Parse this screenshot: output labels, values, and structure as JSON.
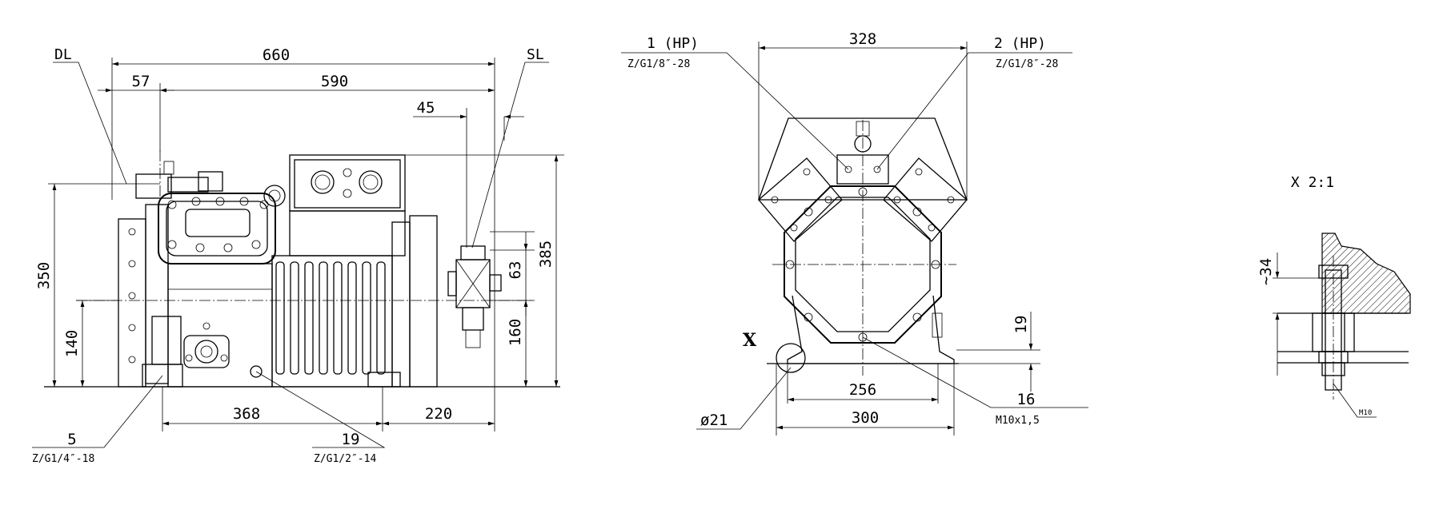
{
  "side_view": {
    "dims": {
      "overall_length": "660",
      "length_590": "590",
      "offset_57": "57",
      "offset_45": "45",
      "height_350": "350",
      "height_140": "140",
      "height_385": "385",
      "height_63": "63",
      "height_160": "160",
      "foot_368": "368",
      "foot_220": "220"
    },
    "labels": {
      "dl": "DL",
      "sl": "SL",
      "port_5": "5",
      "port_5_spec": "Z/G1/4″-18",
      "port_19": "19",
      "port_19_spec": "Z/G1/2″-14"
    }
  },
  "front_view": {
    "dims": {
      "width_328": "328",
      "width_256": "256",
      "width_300": "300",
      "hole_dia": "ø21",
      "foot_19": "19"
    },
    "labels": {
      "hp1": "1 (HP)",
      "hp1_spec": "Z/G1/8″-28",
      "hp2": "2 (HP)",
      "hp2_spec": "Z/G1/8″-28",
      "x_mark": "X",
      "bolt_16": "16",
      "bolt_16_spec": "M10x1,5"
    }
  },
  "detail_view": {
    "title": "X 2:1",
    "dim_34": "~34",
    "bolt": "M10"
  }
}
